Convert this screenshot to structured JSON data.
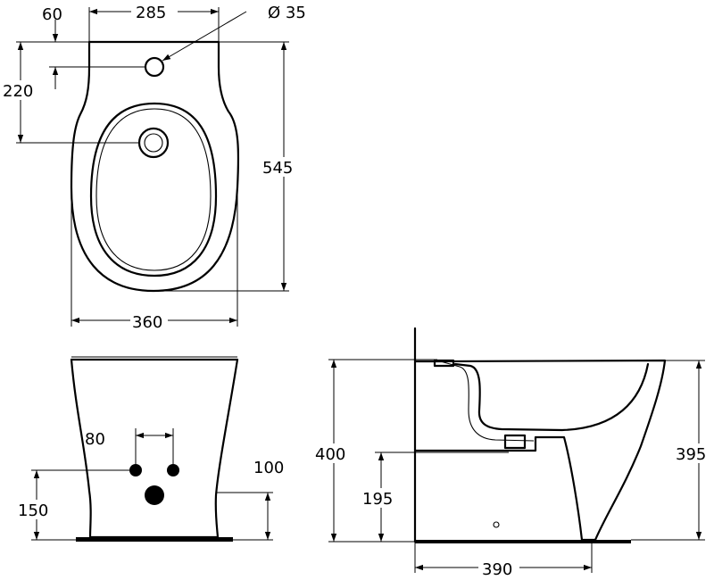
{
  "dimensions": {
    "top_tap_offset": "60",
    "top_width_back": "285",
    "top_tap_hole": "Ø 35",
    "top_waste_distance": "220",
    "top_length": "545",
    "top_width": "360",
    "front_tap_spacing": "80",
    "front_inlet_height": "100",
    "front_waste_height": "150",
    "side_rim_height": "400",
    "side_outlet_height": "195",
    "side_height": "395",
    "side_depth": "390"
  },
  "colors": {
    "line": "#000000",
    "background": "#ffffff"
  }
}
